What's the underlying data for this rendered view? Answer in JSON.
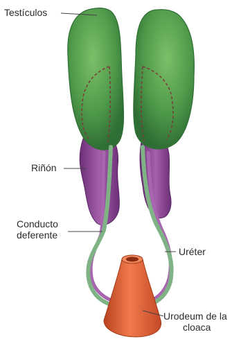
{
  "labels": {
    "testis": "Testículos",
    "kidney": "Riñón",
    "duct_line1": "Conducto",
    "duct_line2": "deferente",
    "ureter": "Uréter",
    "urodeum_line1": "Urodeum de la",
    "urodeum_line2": "cloaca"
  },
  "colors": {
    "testis": "#4f9a4a",
    "testis_dark": "#2f6e34",
    "kidney": "#8e4a94",
    "duct": "#7fb386",
    "cloaca": "#e0623a",
    "leader": "#444444",
    "text": "#2b2b2b"
  }
}
